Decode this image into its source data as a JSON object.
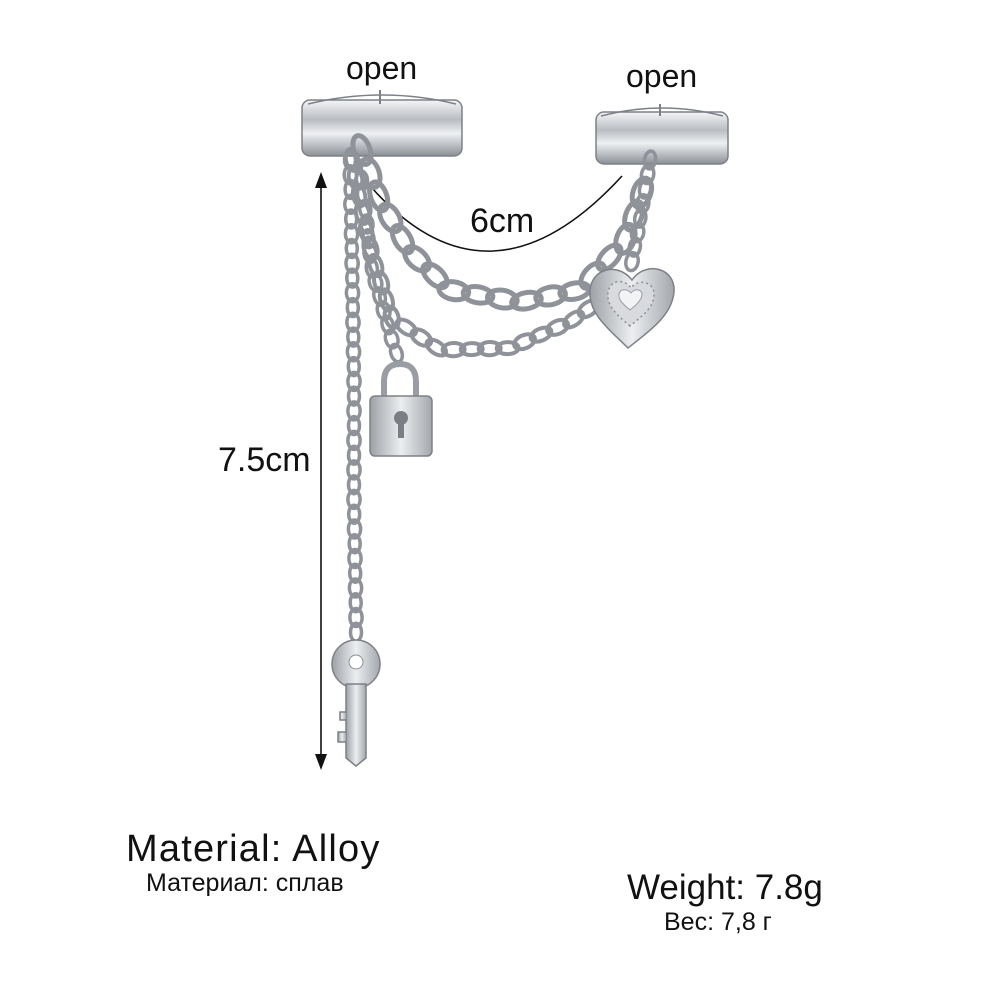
{
  "labels": {
    "open_left": "open",
    "open_right": "open",
    "width": "6cm",
    "height": "7.5cm"
  },
  "specs": {
    "material_en": "Material: Alloy",
    "material_ru": "Материал: сплав",
    "weight_en": "Weight: 7.8g",
    "weight_ru": "Вес: 7,8 г"
  },
  "colors": {
    "background": "#ffffff",
    "metal": "#c9ccd0",
    "metal_dark": "#8a8e94",
    "text": "#111111"
  },
  "icons": [
    "ring-icon",
    "chain-icon",
    "padlock-icon",
    "heart-charm-icon",
    "key-charm-icon"
  ]
}
